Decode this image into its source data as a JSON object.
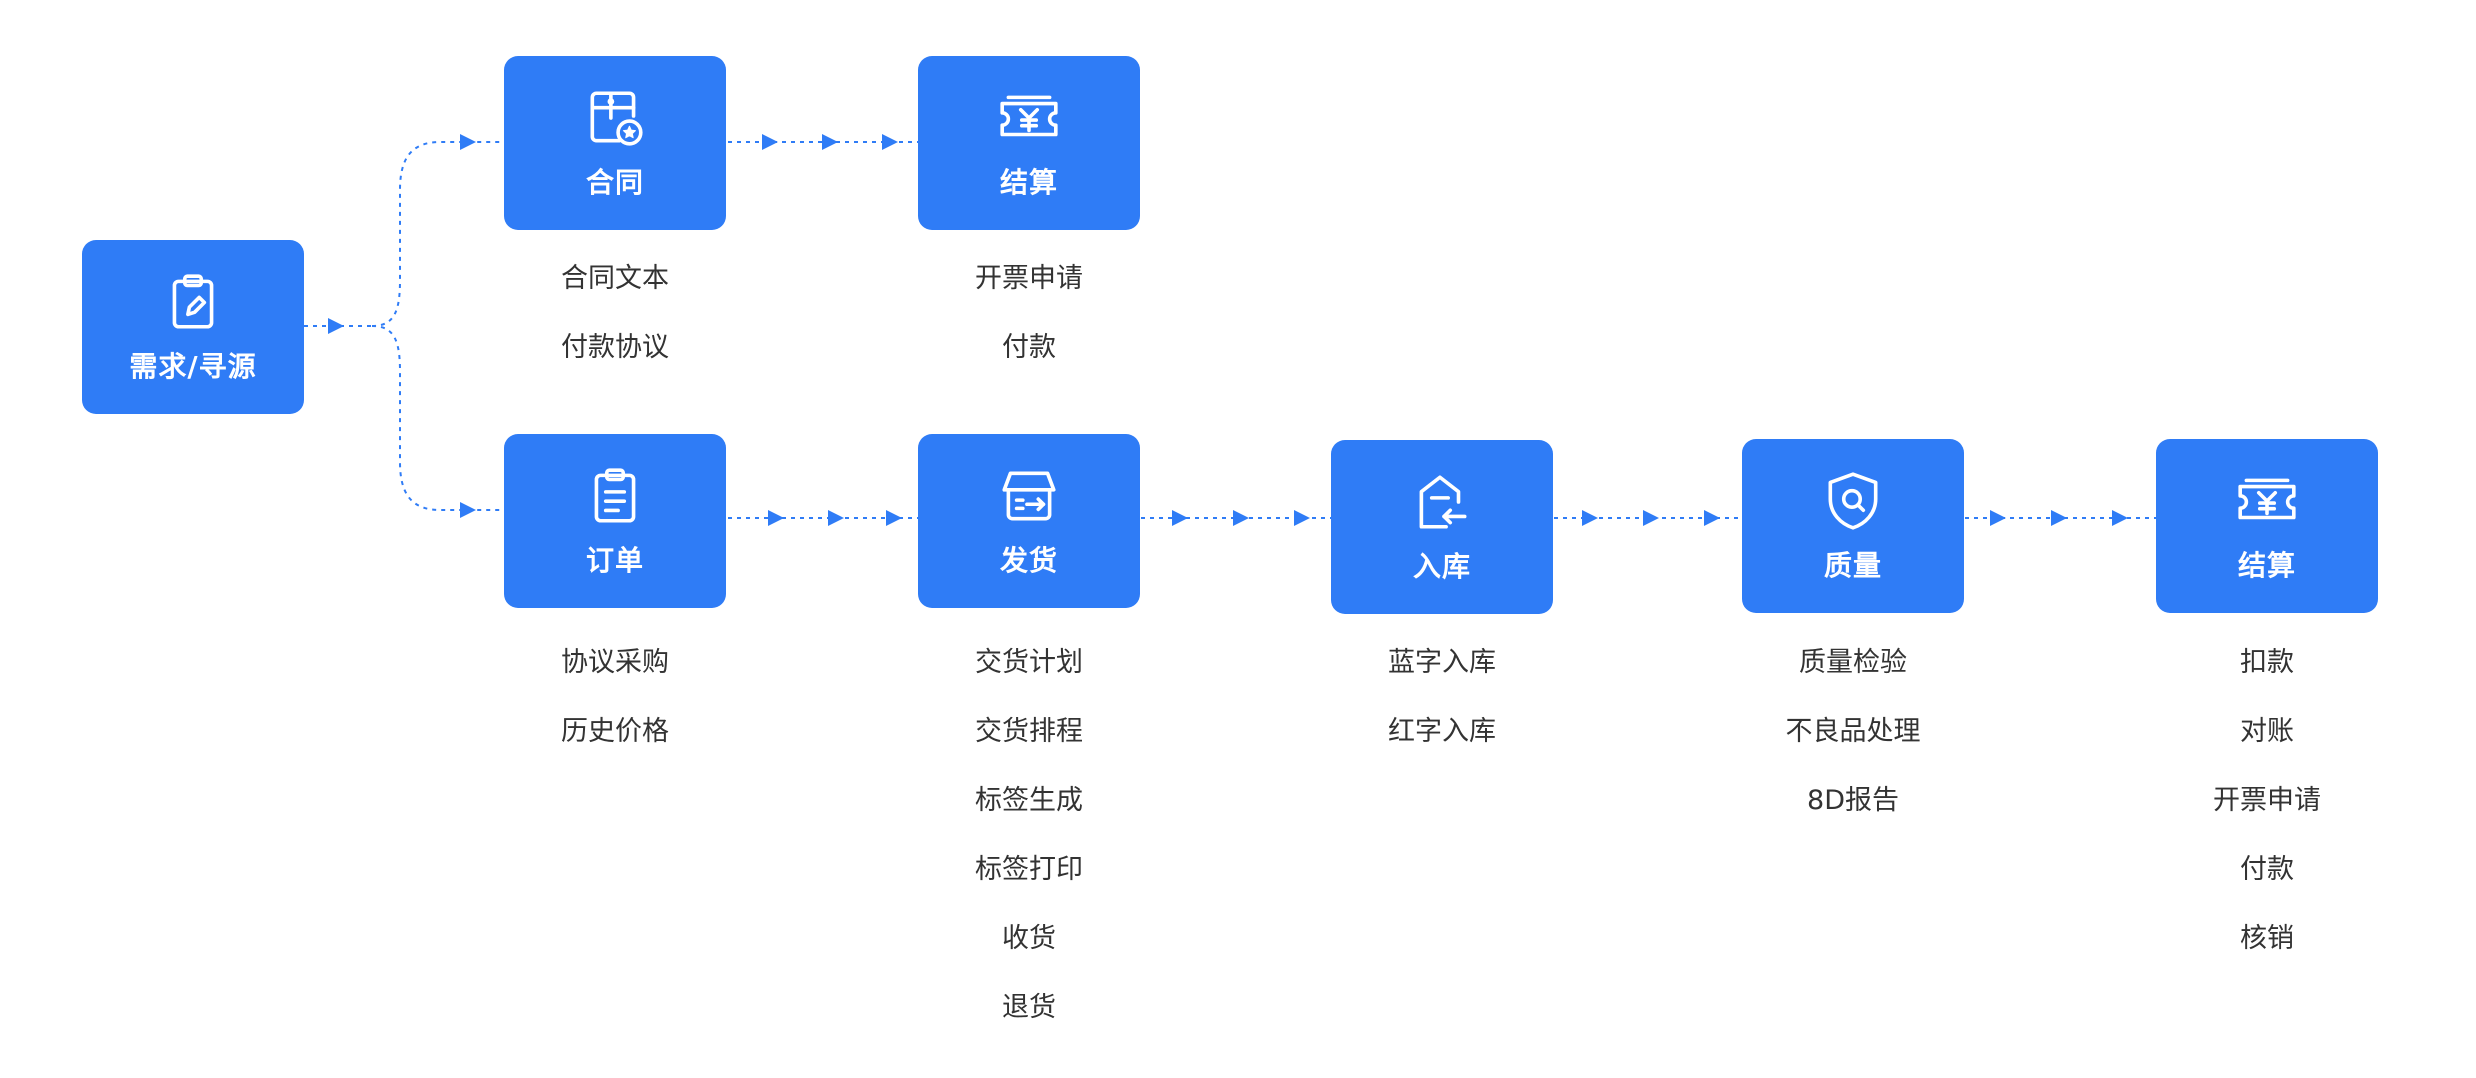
{
  "colors": {
    "accent": "#2f7cf6",
    "text": "#333333",
    "connector": "#2f7cf6"
  },
  "nodes": {
    "source": {
      "label": "需求/寻源",
      "icon": "clipboard-edit-icon"
    },
    "contract": {
      "label": "合同",
      "icon": "contract-calendar-icon"
    },
    "settle_top": {
      "label": "结算",
      "icon": "yen-ticket-icon"
    },
    "order": {
      "label": "订单",
      "icon": "clipboard-list-icon"
    },
    "ship": {
      "label": "发货",
      "icon": "package-out-icon"
    },
    "inbound": {
      "label": "入库",
      "icon": "warehouse-in-icon"
    },
    "quality": {
      "label": "质量",
      "icon": "shield-search-icon"
    },
    "settle_bottom": {
      "label": "结算",
      "icon": "yen-ticket-icon"
    }
  },
  "lists": {
    "contract": [
      "合同文本",
      "付款协议"
    ],
    "settle_top": [
      "开票申请",
      "付款"
    ],
    "order": [
      "协议采购",
      "历史价格"
    ],
    "ship": [
      "交货计划",
      "交货排程",
      "标签生成",
      "标签打印",
      "收货",
      "退货"
    ],
    "inbound": [
      "蓝字入库",
      "红字入库"
    ],
    "quality": [
      "质量检验",
      "不良品处理",
      "8D报告"
    ],
    "settle_bottom": [
      "扣款",
      "对账",
      "开票申请",
      "付款",
      "核销"
    ]
  }
}
